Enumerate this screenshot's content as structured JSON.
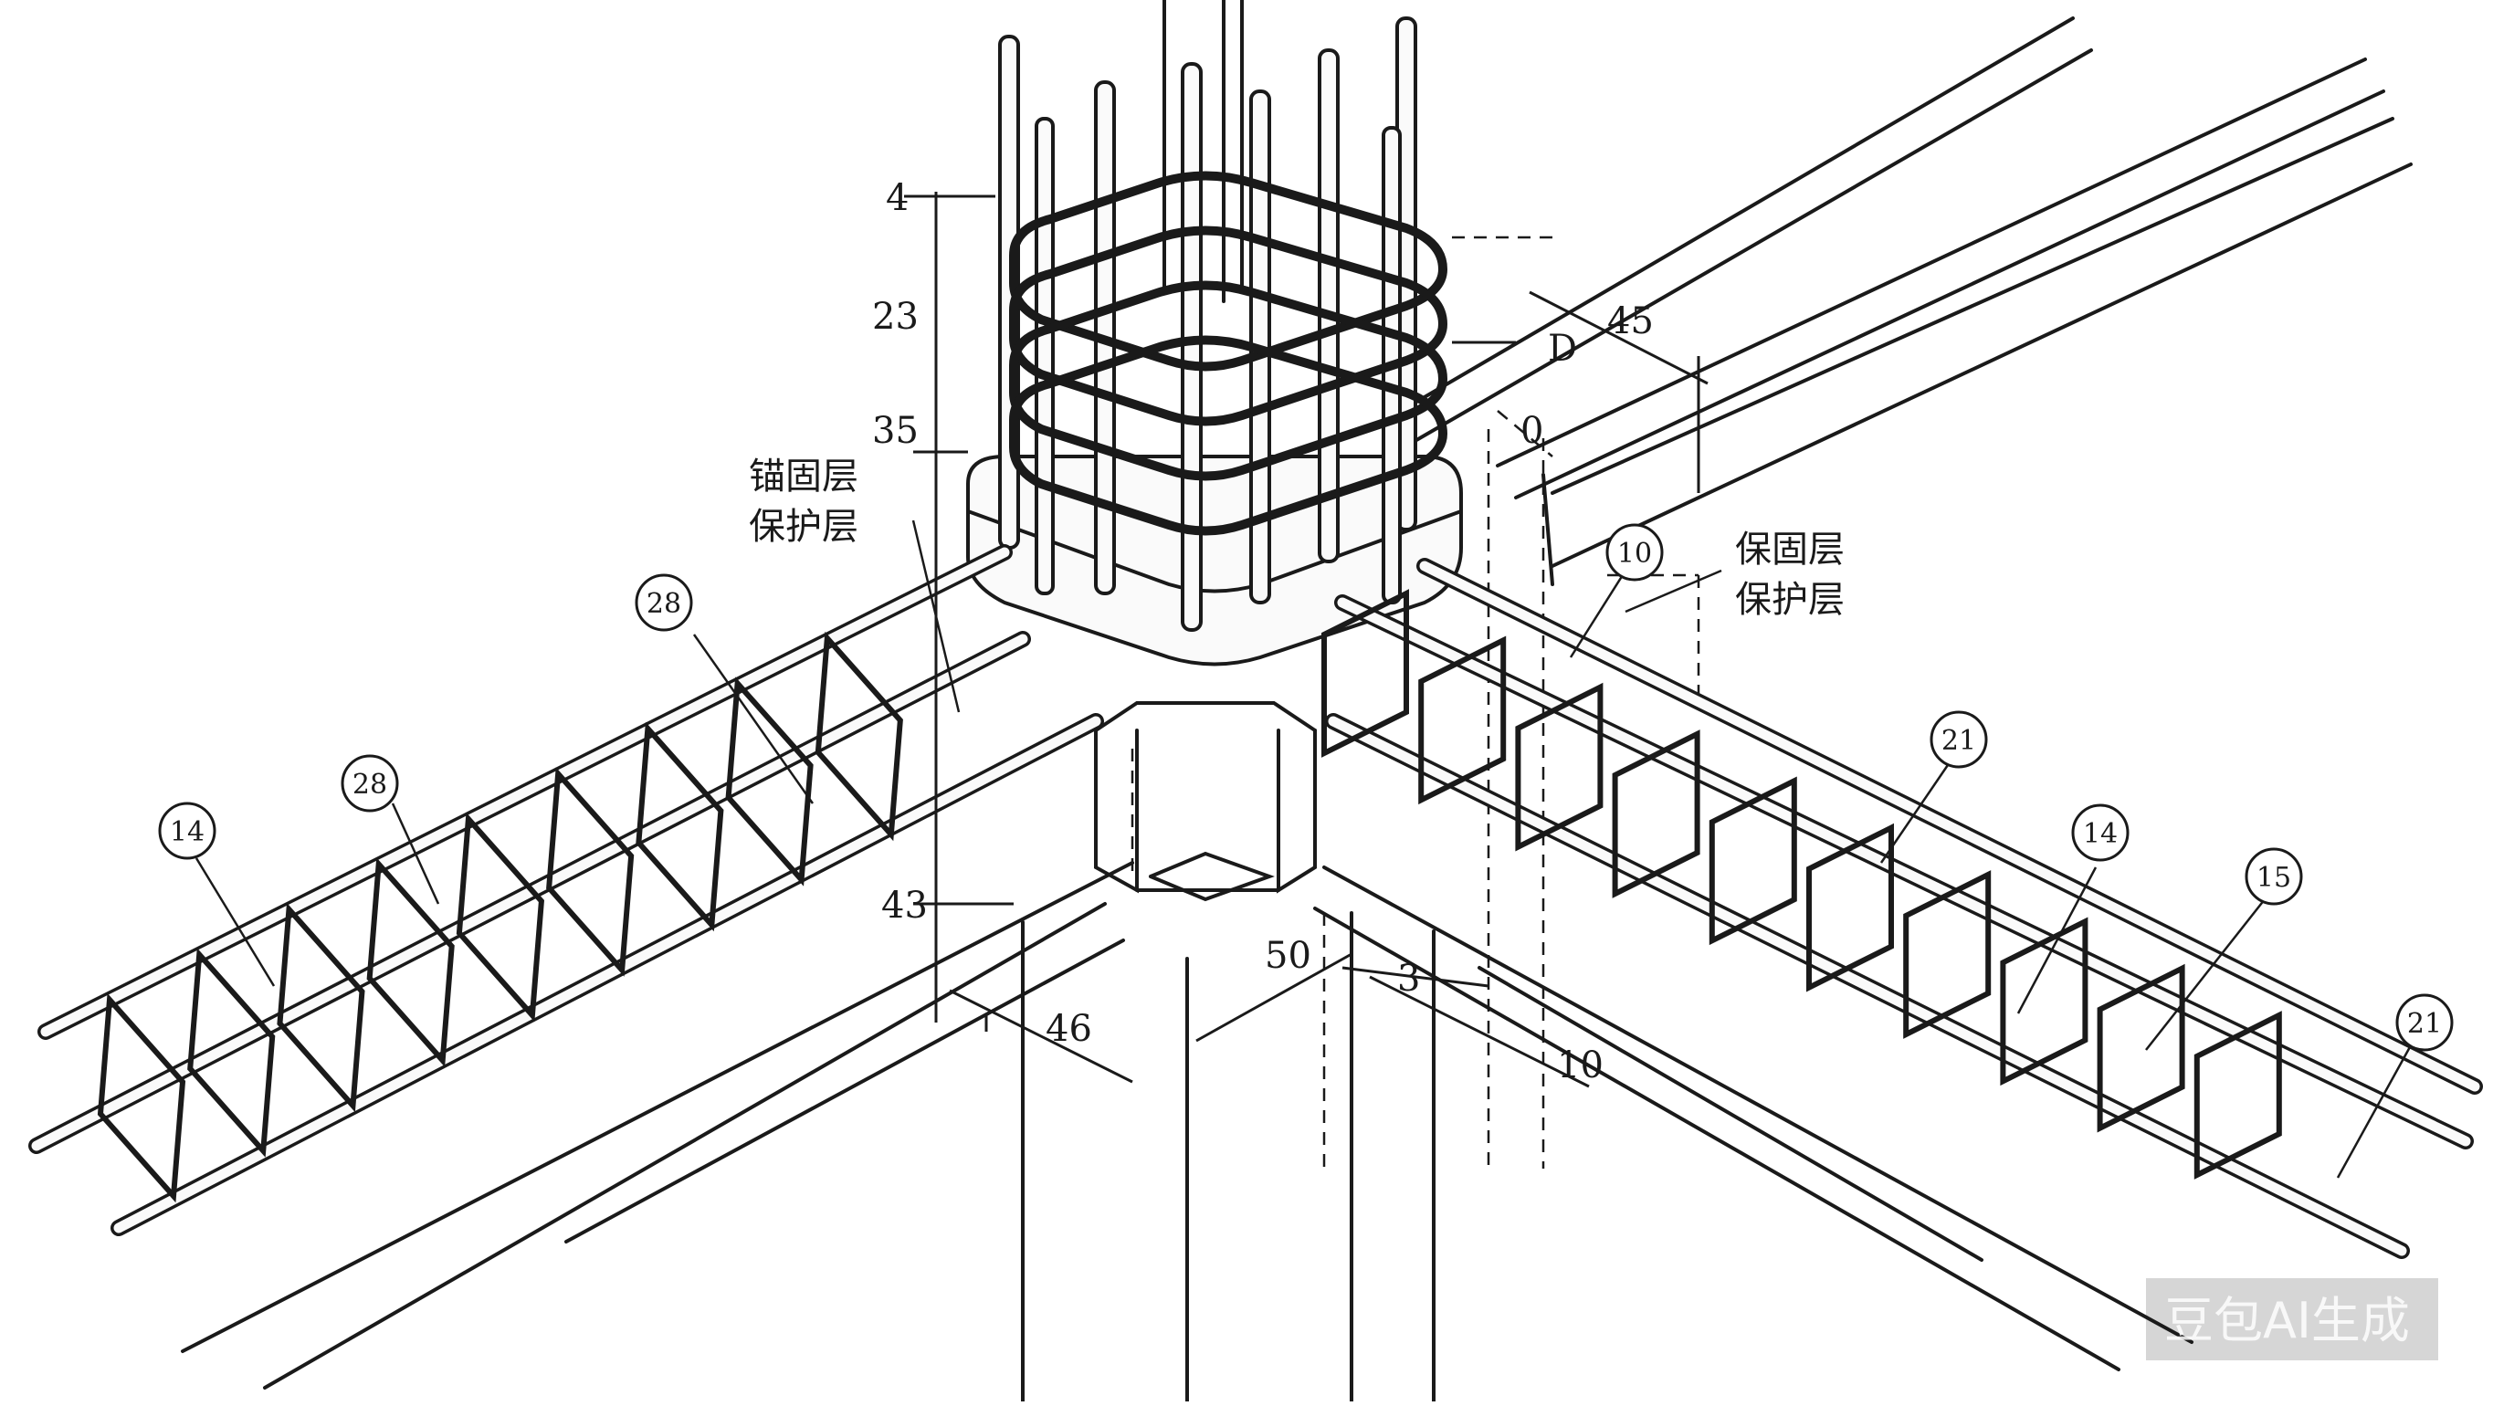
{
  "colors": {
    "ink": "#1a1a1a",
    "paper": "#ffffff",
    "rebar_fill": "#fafafa"
  },
  "dimensions": {
    "d4": "4",
    "d23": "23",
    "d35": "35",
    "d45": "45",
    "dD": "D",
    "d0": "0",
    "d43": "43",
    "d46": "46",
    "d50": "50",
    "d3": "3",
    "d10": "10"
  },
  "labels": {
    "left_anchor": "锚固层",
    "left_cover": "保护层",
    "right_anchor": "保固层",
    "right_cover": "保护层"
  },
  "callouts": {
    "c28_top": "28",
    "c28_mid": "28",
    "c14_left": "14",
    "c10": "10",
    "c21_top": "21",
    "c14_right": "14",
    "c15": "15",
    "c21_right": "21"
  },
  "watermark": "豆包AI生成"
}
